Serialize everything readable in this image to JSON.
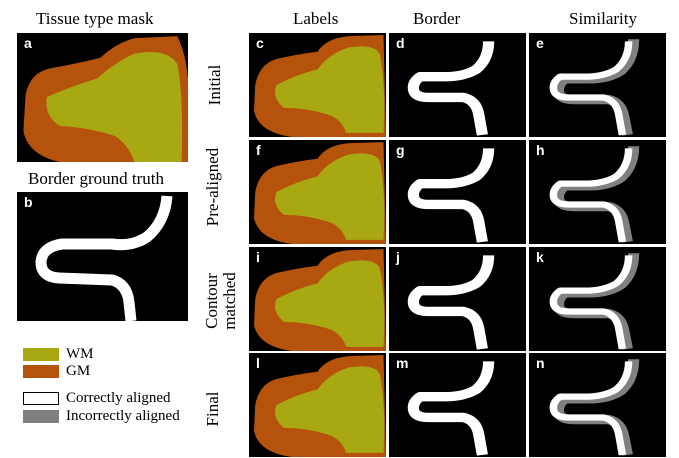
{
  "headers": {
    "tissue": "Tissue type mask",
    "border_gt": "Border ground truth",
    "labels": "Labels",
    "border": "Border",
    "similarity": "Similarity"
  },
  "rows": {
    "initial": "Initial",
    "prealigned": "Pre-aligned",
    "contour_1": "Contour",
    "contour_2": "matched",
    "final": "Final"
  },
  "panels": {
    "a": "a",
    "b": "b",
    "c": "c",
    "d": "d",
    "e": "e",
    "f": "f",
    "g": "g",
    "h": "h",
    "i": "i",
    "j": "j",
    "k": "k",
    "l": "l",
    "m": "m",
    "n": "n"
  },
  "legend": {
    "wm": "WM",
    "gm": "GM",
    "correct": "Correctly aligned",
    "incorrect": "Incorrectly aligned"
  },
  "colors": {
    "wm": "#a8a812",
    "gm": "#b5520c",
    "background": "#000000",
    "border": "#ffffff",
    "incorrect": "#808080"
  }
}
